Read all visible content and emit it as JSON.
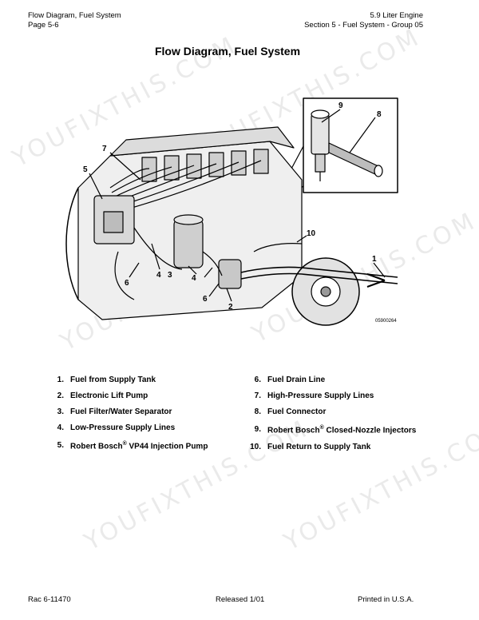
{
  "header": {
    "left_line1": "Flow Diagram, Fuel System",
    "left_line2": "Page 5-6",
    "right_line1": "5.9 Liter Engine",
    "right_line2": "Section 5 - Fuel System - Group 05"
  },
  "title": "Flow Diagram, Fuel System",
  "figure": {
    "code": "05900264",
    "callouts": [
      "1",
      "2",
      "3",
      "4",
      "5",
      "6",
      "7",
      "8",
      "9",
      "10"
    ]
  },
  "legend_left": [
    {
      "num": "1.",
      "text": "Fuel from Supply Tank"
    },
    {
      "num": "2.",
      "text": "Electronic Lift Pump"
    },
    {
      "num": "3.",
      "text": "Fuel Filter/Water Separator"
    },
    {
      "num": "4.",
      "text": "Low-Pressure Supply Lines"
    },
    {
      "num": "5.",
      "text_a": "Robert Bosch",
      "sup": "®",
      "text_b": " VP44 Injection Pump"
    }
  ],
  "legend_right": [
    {
      "num": "6.",
      "text": "Fuel Drain Line"
    },
    {
      "num": "7.",
      "text": "High-Pressure Supply Lines"
    },
    {
      "num": "8.",
      "text": "Fuel Connector"
    },
    {
      "num": "9.",
      "text_a": "Robert Bosch",
      "sup": "®",
      "text_b": " Closed-Nozzle Injectors"
    },
    {
      "num": "10.",
      "text": "Fuel Return to Supply Tank"
    }
  ],
  "footer": {
    "left": "Rac 6-11470",
    "center": "Released 1/01",
    "right": "Printed in U.S.A."
  },
  "watermark": "YOUFIXTHIS.COM"
}
